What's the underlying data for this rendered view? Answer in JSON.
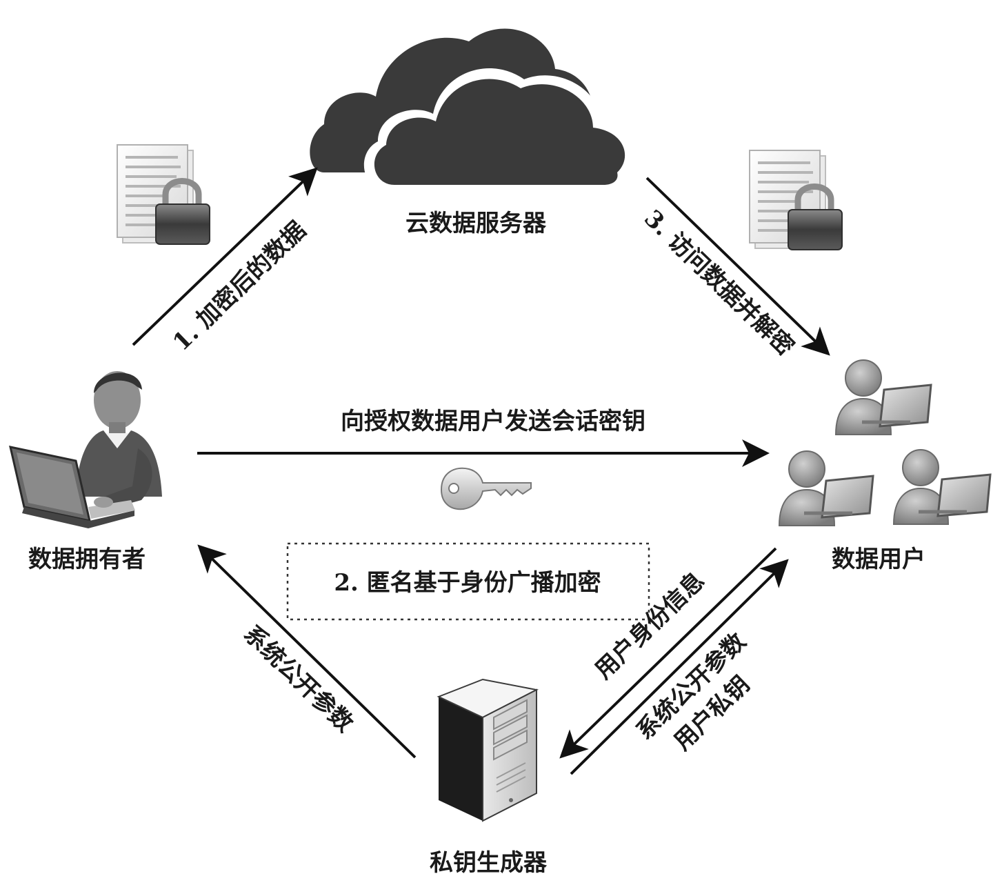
{
  "nodes": {
    "cloud_server": "云数据服务器",
    "data_owner": "数据拥有者",
    "data_user": "数据用户",
    "pkg": "私钥生成器"
  },
  "edges": {
    "upload": "1. 加密后的数据",
    "access": "3. 访问数据并解密",
    "session_key": "向授权数据用户发送会话密钥",
    "scheme": "2. 匿名基于身份广播加密",
    "params_to_owner": "系统公开参数",
    "identity": "用户身份信息",
    "params_to_user": "系统公开参数",
    "private_key": "用户私钥"
  },
  "icons": {
    "cloud": "cloud-icon",
    "locked_doc_left": "locked-document-icon",
    "locked_doc_right": "locked-document-icon",
    "owner": "person-laptop-icon",
    "users": "user-group-icon",
    "key": "key-icon",
    "server": "server-tower-icon"
  },
  "colors": {
    "cloud": "#3a3a3a",
    "lines": "#111111",
    "text": "#1a1a1a"
  }
}
